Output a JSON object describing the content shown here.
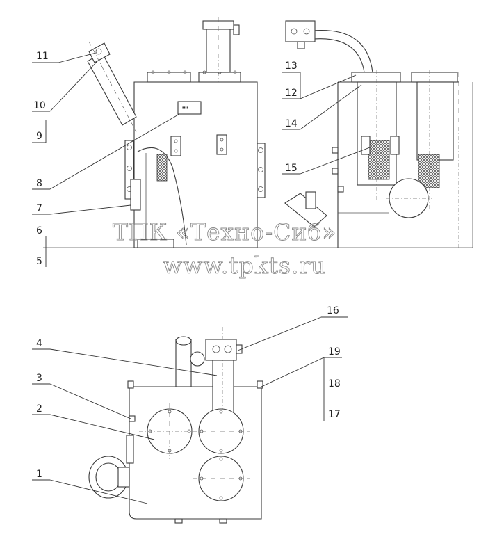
{
  "watermark": {
    "line1": "ТПК «Техно-Сиб»",
    "line2": "www.tpkts.ru"
  },
  "callouts": [
    {
      "id": "c1",
      "label": "1"
    },
    {
      "id": "c2",
      "label": "2"
    },
    {
      "id": "c3",
      "label": "3"
    },
    {
      "id": "c4",
      "label": "4"
    },
    {
      "id": "c5",
      "label": "5"
    },
    {
      "id": "c6",
      "label": "6"
    },
    {
      "id": "c7",
      "label": "7"
    },
    {
      "id": "c8",
      "label": "8"
    },
    {
      "id": "c9",
      "label": "9"
    },
    {
      "id": "c10",
      "label": "10"
    },
    {
      "id": "c11",
      "label": "11"
    },
    {
      "id": "c12",
      "label": "12"
    },
    {
      "id": "c13",
      "label": "13"
    },
    {
      "id": "c14",
      "label": "14"
    },
    {
      "id": "c15",
      "label": "15"
    },
    {
      "id": "c16",
      "label": "16"
    },
    {
      "id": "c17",
      "label": "17"
    },
    {
      "id": "c18",
      "label": "18"
    },
    {
      "id": "c19",
      "label": "19"
    }
  ]
}
